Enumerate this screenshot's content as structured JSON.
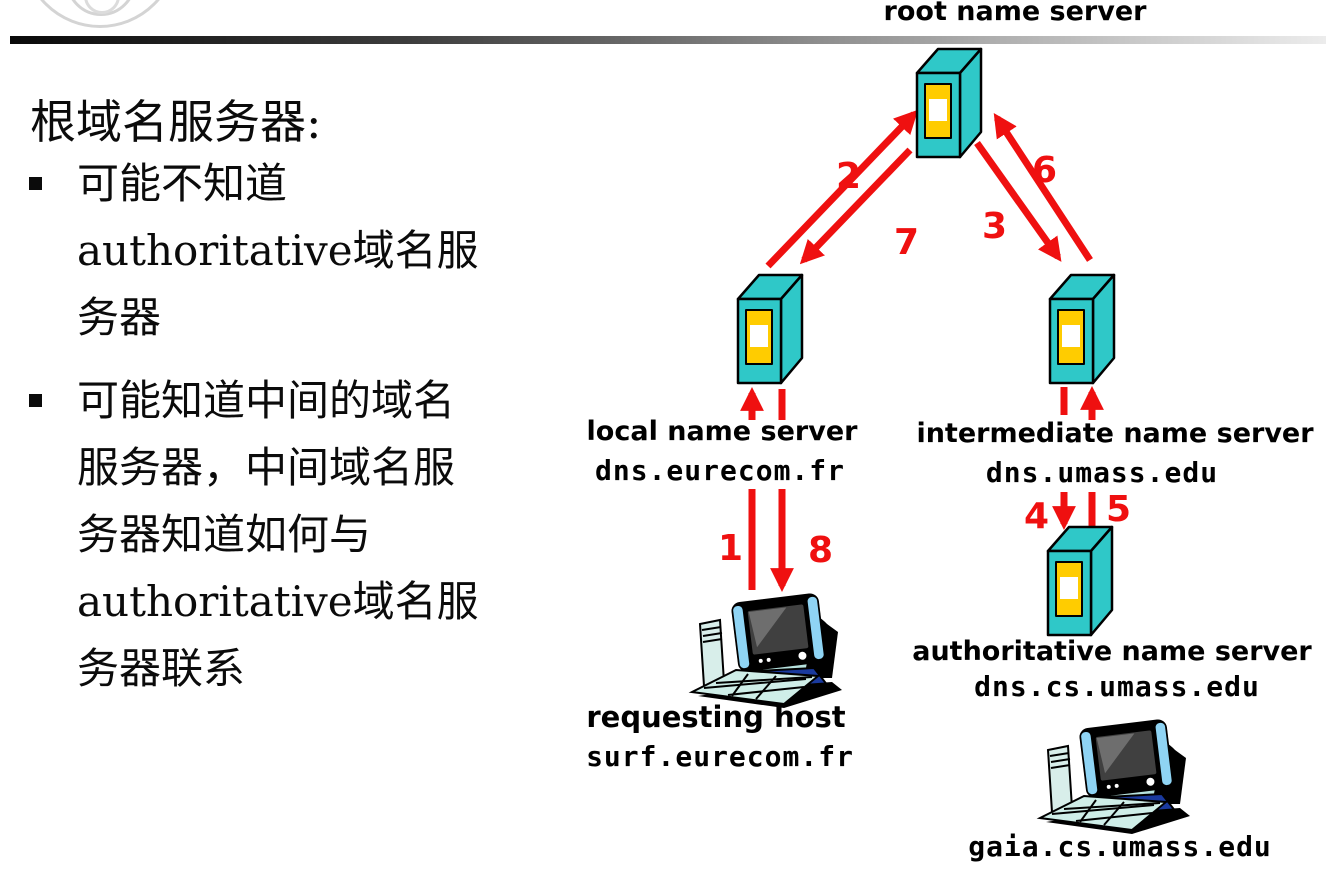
{
  "left": {
    "heading": "根域名服务器:",
    "bullets": [
      {
        "lines": [
          "可能不知道",
          "authoritative域名服",
          "务器"
        ]
      },
      {
        "lines": [
          "可能知道中间的域名",
          "服务器，中间域名服",
          "务器知道如何与",
          "authoritative域名服",
          "务器联系"
        ]
      }
    ]
  },
  "diagram": {
    "root": {
      "label": "root name server"
    },
    "local": {
      "label": "local name server",
      "hostname": "dns.eurecom.fr"
    },
    "intermediate": {
      "label": "intermediate name server",
      "hostname": "dns.umass.edu"
    },
    "authoritative": {
      "label": "authoritative name server",
      "hostname": "dns.cs.umass.edu"
    },
    "requesting_host": {
      "label": "requesting host",
      "hostname": "surf.eurecom.fr"
    },
    "resolved_host": {
      "hostname": "gaia.cs.umass.edu"
    },
    "steps": [
      "1",
      "2",
      "3",
      "4",
      "5",
      "6",
      "7",
      "8"
    ]
  },
  "icons": {
    "server": "dns-server-icon",
    "host": "desktop-computer-icon"
  },
  "colors": {
    "server_teal": "#2fc8c8",
    "panel_yellow": "#ffcc00",
    "arrow_red": "#ef1010"
  }
}
